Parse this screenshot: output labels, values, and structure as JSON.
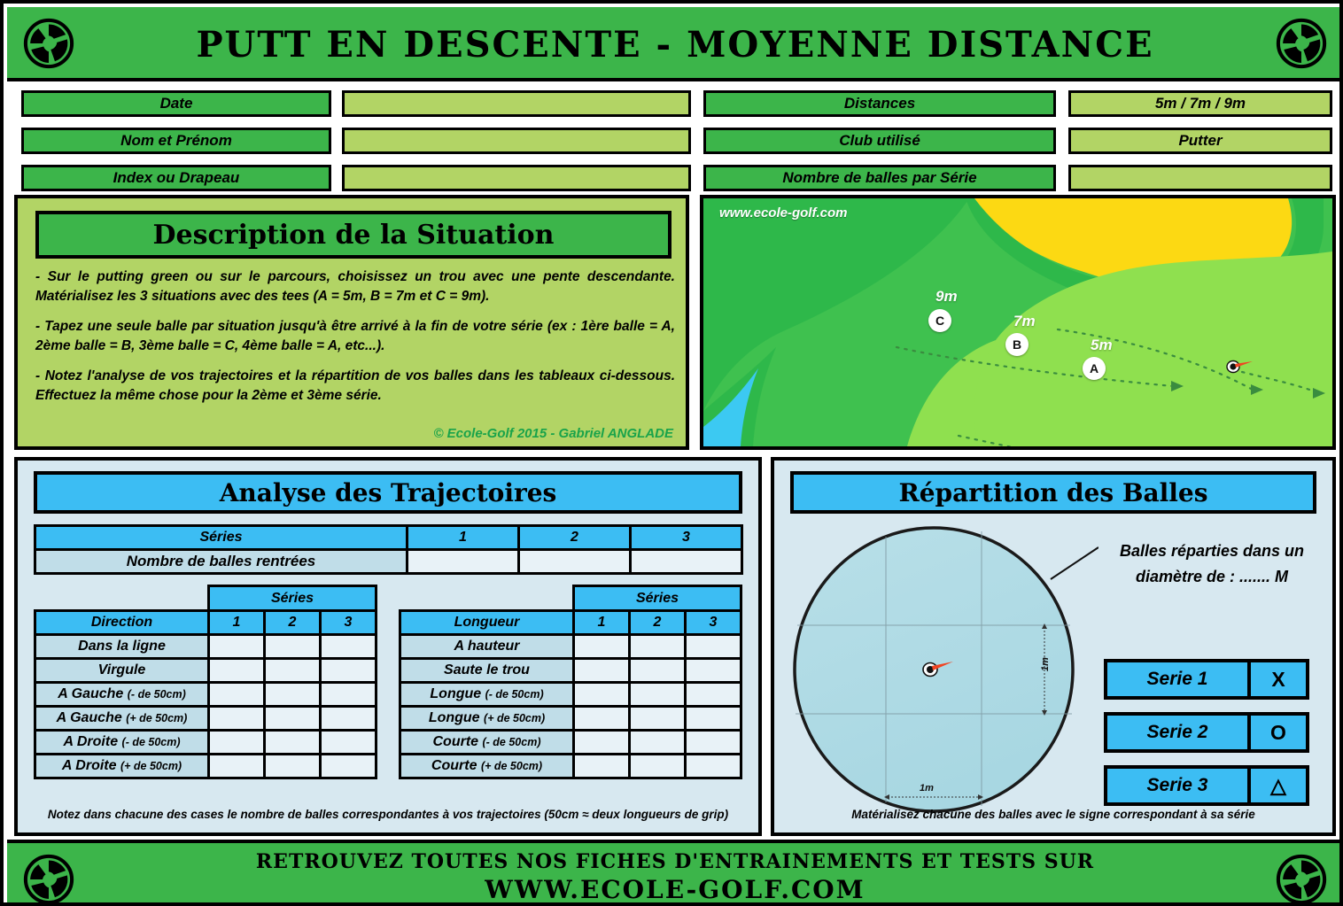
{
  "header": {
    "title": "Putt en Descente - Moyenne Distance",
    "logo_icon": "ecole-golf-logo-icon"
  },
  "fields": {
    "left": [
      {
        "label": "Date",
        "value": ""
      },
      {
        "label": "Nom et Prénom",
        "value": ""
      },
      {
        "label": "Index ou Drapeau",
        "value": ""
      }
    ],
    "right": [
      {
        "label": "Distances",
        "value": "5m / 7m / 9m"
      },
      {
        "label": "Club utilisé",
        "value": "Putter"
      },
      {
        "label": "Nombre de balles par Série",
        "value": ""
      }
    ]
  },
  "description": {
    "title": "Description de la Situation",
    "paragraphs": [
      "- Sur le putting green ou sur le parcours, choisissez un trou avec une pente descendante. Matérialisez les 3 situations  avec des tees (A = 5m, B = 7m et C = 9m).",
      "- Tapez une seule balle par situation jusqu'à être arrivé à la fin de votre série (ex : 1ère balle  = A, 2ème balle  = B, 3ème balle = C, 4ème balle = A, etc...).",
      "- Notez l'analyse de vos trajectoires et la répartition de vos balles dans les tableaux ci-dessous. Effectuez la même chose pour la 2ème et 3ème série."
    ],
    "copyright": "© Ecole-Golf  2015 - Gabriel  ANGLADE"
  },
  "green_illustration": {
    "url": "www.ecole-golf.com",
    "tees": [
      {
        "letter": "C",
        "distance": "9m"
      },
      {
        "letter": "B",
        "distance": "7m"
      },
      {
        "letter": "A",
        "distance": "5m"
      }
    ],
    "flag_icon": "golf-flag-icon"
  },
  "trajectories": {
    "title": "Analyse des Trajectoires",
    "series_header": "Séries",
    "series_columns": [
      "1",
      "2",
      "3"
    ],
    "holed_row_label": "Nombre de balles rentrées",
    "direction": {
      "header": "Direction",
      "rows": [
        {
          "label": "Dans la ligne",
          "note": ""
        },
        {
          "label": "Virgule",
          "note": ""
        },
        {
          "label": "A Gauche",
          "note": "(- de 50cm)"
        },
        {
          "label": "A Gauche",
          "note": "(+ de 50cm)"
        },
        {
          "label": "A Droite",
          "note": "(- de 50cm)"
        },
        {
          "label": "A Droite",
          "note": "(+ de 50cm)"
        }
      ]
    },
    "longueur": {
      "header": "Longueur",
      "rows": [
        {
          "label": "A hauteur",
          "note": ""
        },
        {
          "label": "Saute le trou",
          "note": ""
        },
        {
          "label": "Longue",
          "note": "(- de 50cm)"
        },
        {
          "label": "Longue",
          "note": "(+ de 50cm)"
        },
        {
          "label": "Courte",
          "note": "(- de 50cm)"
        },
        {
          "label": "Courte",
          "note": "(+ de 50cm)"
        }
      ]
    },
    "footnote": "Notez dans chacune des cases le nombre de balles correspondantes à vos trajectoires (50cm ≈ deux longueurs de grip)"
  },
  "distribution": {
    "title": "Répartition des Balles",
    "annotation_line1": "Balles réparties dans un",
    "annotation_line2": "diamètre de : ....... M",
    "scale_vertical": "1m",
    "scale_horizontal": "1m",
    "series_buttons": [
      {
        "label": "Serie 1",
        "symbol": "X"
      },
      {
        "label": "Serie 2",
        "symbol": "O"
      },
      {
        "label": "Serie 3",
        "symbol": "△"
      }
    ],
    "footnote": "Matérialisez chacune des balles avec le signe correspondant à sa série",
    "flag_icon": "golf-flag-icon"
  },
  "footer": {
    "line1": "Retrouvez toutes nos fiches d'entrainements et Tests sur",
    "line2": "www.ecole-golf.com"
  },
  "colors": {
    "brand_green": "#3cb54a",
    "light_green": "#b2d465",
    "panel_blue": "#3cbdf3",
    "panel_bg": "#d7e8f0",
    "cell_bg": "#e8f2f7",
    "row_label_bg": "#c0dde8"
  }
}
